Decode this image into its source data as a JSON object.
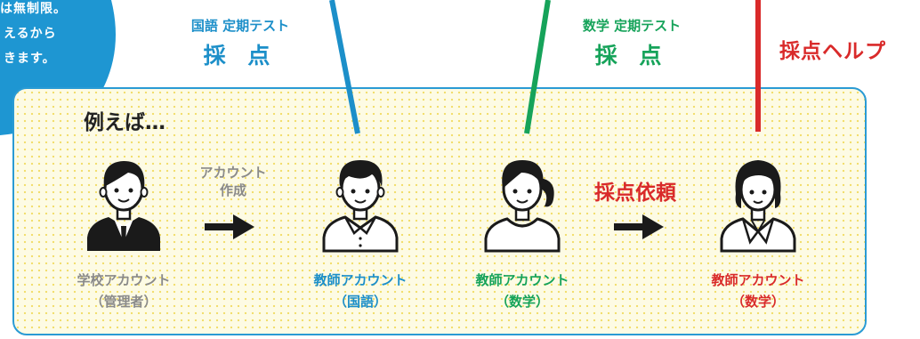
{
  "bubble": {
    "lines": [
      "は無制限。",
      "えるから",
      "きます。"
    ]
  },
  "headers": {
    "japanese": {
      "sub": "国語 定期テスト",
      "main": "採 点"
    },
    "math": {
      "sub": "数学 定期テスト",
      "main": "採 点"
    },
    "help": {
      "main": "採点ヘルプ"
    }
  },
  "panel": {
    "example_label": "例えば…"
  },
  "flow": {
    "create_account_line1": "アカウント",
    "create_account_line2": "作成",
    "request_grading": "採点依頼"
  },
  "people": {
    "school": {
      "line1": "学校アカウント",
      "line2": "（管理者）"
    },
    "teacher_japanese": {
      "line1": "教師アカウント",
      "line2": "（国語）"
    },
    "teacher_math": {
      "line1": "教師アカウント",
      "line2": "（数学）"
    },
    "teacher_math_helper": {
      "line1": "教師アカウント",
      "line2": "（数学）"
    }
  },
  "colors": {
    "blue": "#1c8fc9",
    "green": "#16a35a",
    "red": "#d92a2a",
    "gray": "#8a8a8a",
    "bubble": "#1e96d2"
  }
}
